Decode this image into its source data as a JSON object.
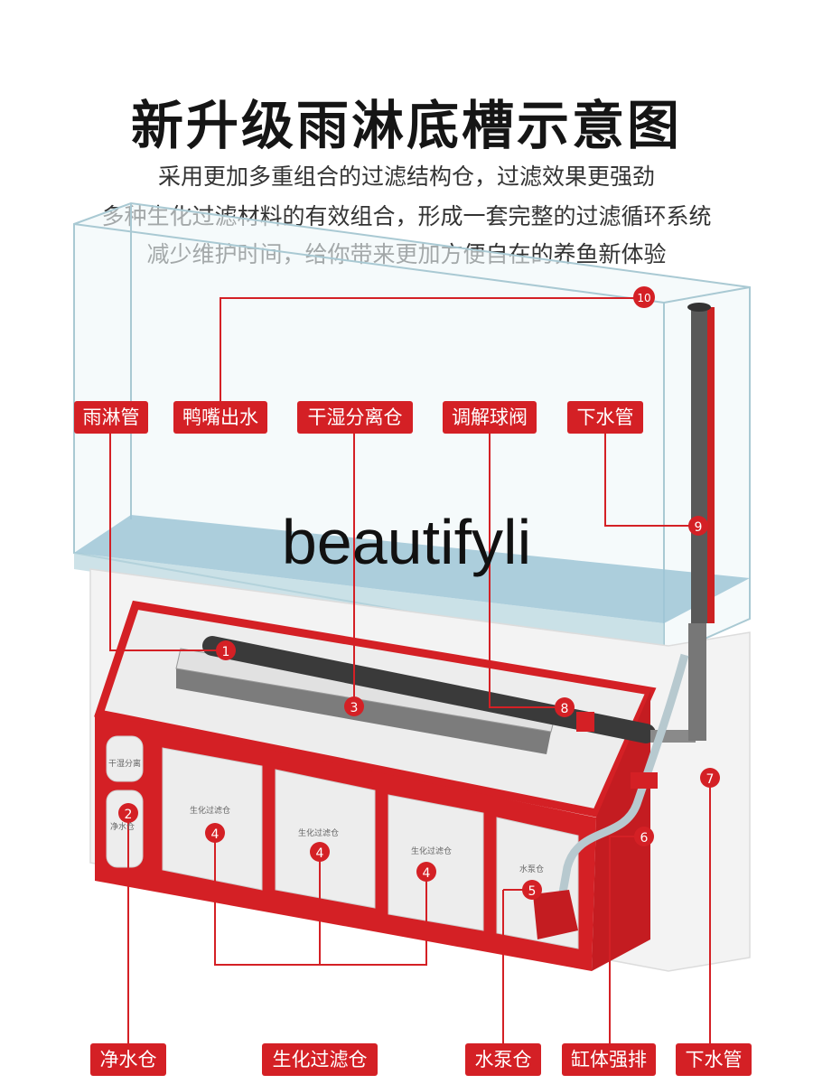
{
  "header": {
    "title": "新升级雨淋底槽示意图",
    "lines": [
      "采用更加多重组合的过滤结构仓，过滤效果更强劲",
      "多种生化过滤材料的有效组合，形成一套完整的过滤循环系统",
      "减少维护时间，给你带来更加方便自在的养鱼新体验"
    ]
  },
  "watermark": "beautifyli",
  "top_labels": [
    "雨淋管",
    "鸭嘴出水",
    "干湿分离仓",
    "调解球阀",
    "下水管"
  ],
  "bottom_labels": [
    "净水仓",
    "生化过滤仓",
    "水泵仓",
    "缸体强排",
    "下水管"
  ],
  "markers": [
    "1",
    "2",
    "3",
    "4",
    "4",
    "4",
    "5",
    "6",
    "7",
    "8",
    "9",
    "10"
  ],
  "tank_text": [
    "干湿分离",
    "净水仓",
    "生化过滤仓",
    "生化过滤仓",
    "生化过滤仓",
    "水泵仓"
  ],
  "colors": {
    "accent": "#d42025",
    "glass": "#cfe3ea",
    "water": "#9fc6d6"
  }
}
